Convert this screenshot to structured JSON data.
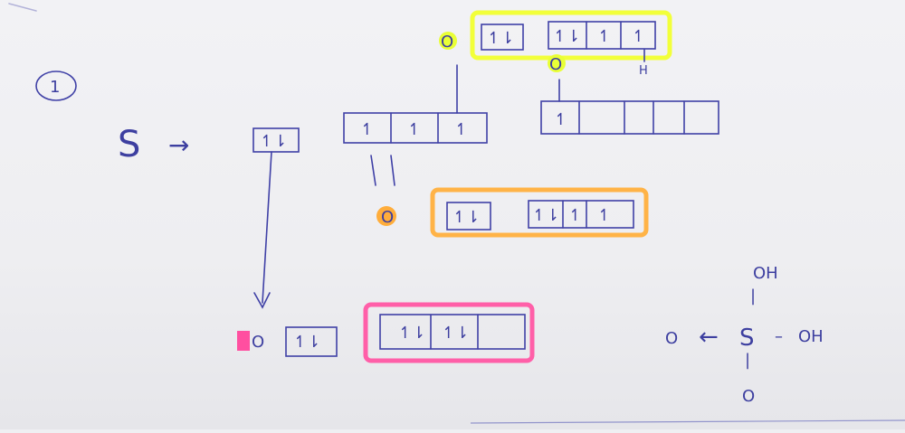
{
  "step_number": "1",
  "element": "S",
  "arrow_symbol": "→",
  "electron_pair": "↿⇂",
  "electron_single": "↿",
  "oxygen": "O",
  "hydrogen": "H",
  "sulfur": "S",
  "hydroxyl": "OH",
  "dative_arrow": "←",
  "bond_dash": "–",
  "bond_bar": "|",
  "colors": {
    "ink": "#3f40a6",
    "yellow_highlight": "#f2ff3a",
    "orange_highlight": "#ffb347",
    "pink_highlight": "#ff5fa8"
  }
}
